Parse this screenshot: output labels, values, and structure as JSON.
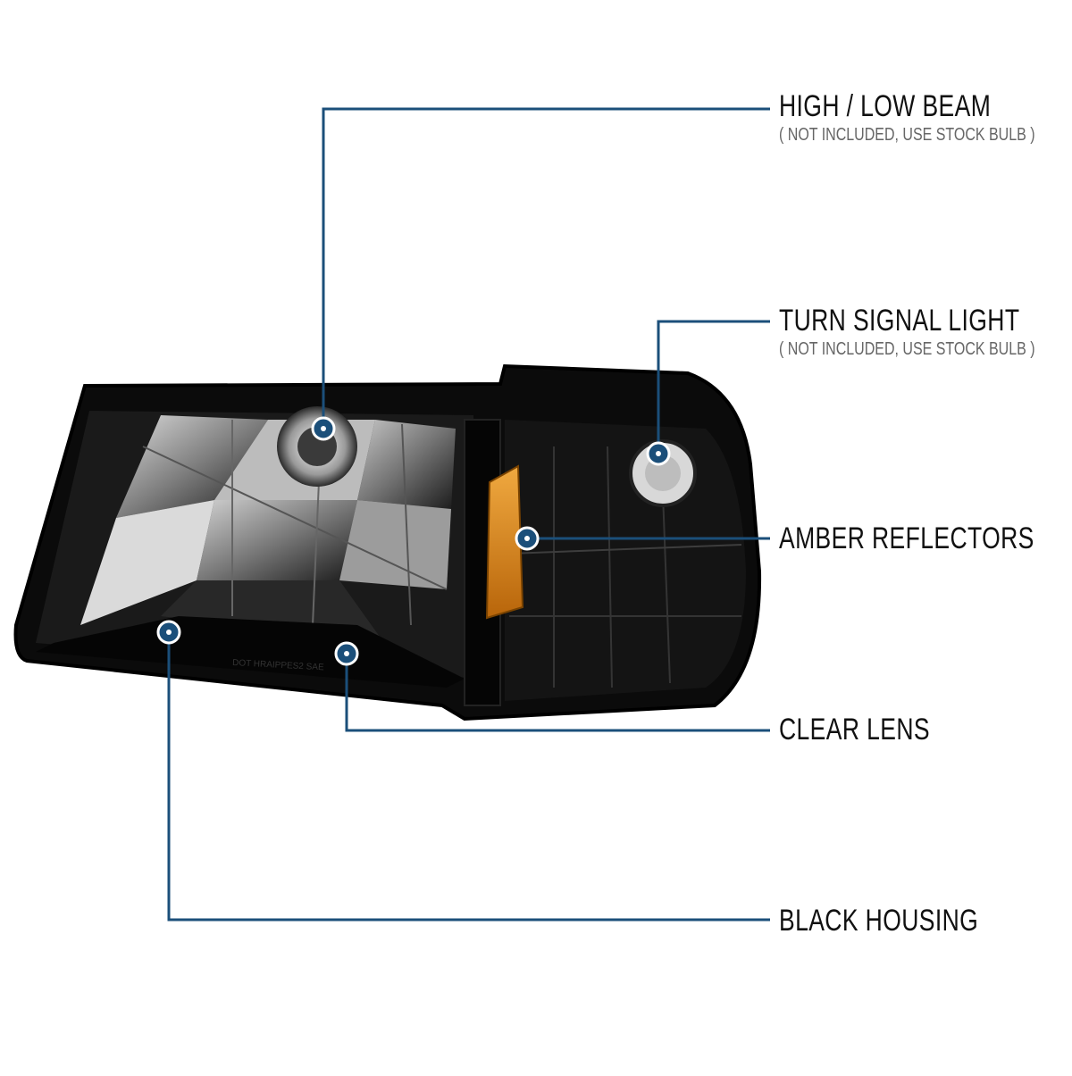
{
  "colors": {
    "callout_line": "#1b4f7a",
    "callout_dot": "#1b4f7a",
    "housing": "#0b0b0b",
    "amber": "#d98a17",
    "label_text": "#111111",
    "sub_text": "#666666"
  },
  "callouts": [
    {
      "title": "HIGH / LOW BEAM",
      "note": "( NOT INCLUDED, USE  STOCK BULB )"
    },
    {
      "title": "TURN SIGNAL LIGHT",
      "note": "( NOT INCLUDED, USE  STOCK BULB )"
    },
    {
      "title": "AMBER REFLECTORS",
      "note": ""
    },
    {
      "title": "CLEAR LENS",
      "note": ""
    },
    {
      "title": "BLACK HOUSING",
      "note": ""
    }
  ],
  "product": {
    "lens_marking": "DOT HRAIPPES2 SAE"
  }
}
